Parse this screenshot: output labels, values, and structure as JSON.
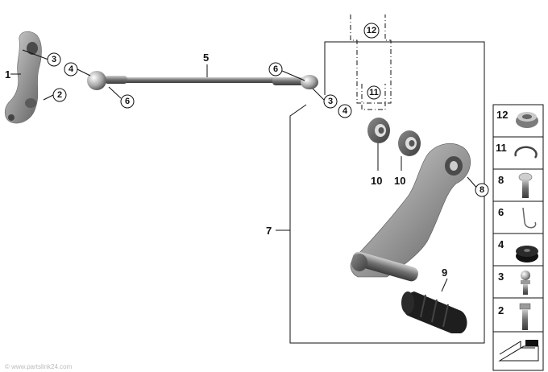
{
  "parts": {
    "p1": "1",
    "p2": "2",
    "p3": "3",
    "p4": "4",
    "p5": "5",
    "p6": "6",
    "p7": "7",
    "p8": "8",
    "p9": "9",
    "p10": "10",
    "p11": "11",
    "p12": "12"
  },
  "legend": [
    {
      "num": "12",
      "icon": "sleeve-icon"
    },
    {
      "num": "11",
      "icon": "circlip-icon"
    },
    {
      "num": "8",
      "icon": "torx-bolt-icon"
    },
    {
      "num": "6",
      "icon": "spring-clip-icon"
    },
    {
      "num": "4",
      "icon": "rubber-washer-icon"
    },
    {
      "num": "3",
      "icon": "ball-stud-icon"
    },
    {
      "num": "2",
      "icon": "hex-bolt-icon"
    }
  ],
  "watermark": "© www.partslink24.com"
}
